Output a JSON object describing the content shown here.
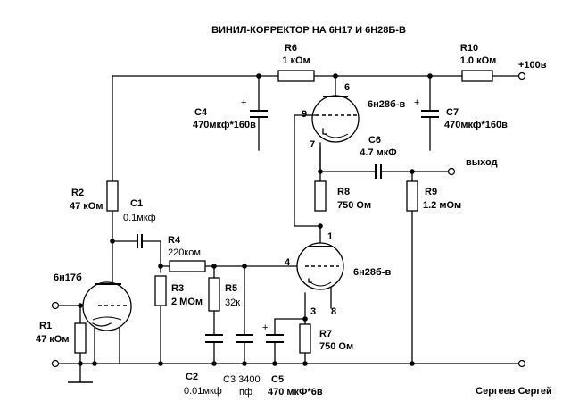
{
  "title": "ВИНИЛ-КОРРЕКТОР НА 6Н17 И 6Н28Б-В",
  "author": "Сергеев Сергей",
  "components": {
    "R1": {
      "ref": "R1",
      "value": "47 кОм"
    },
    "R2": {
      "ref": "R2",
      "value": "47 кОм"
    },
    "R3": {
      "ref": "R3",
      "value": "2 МОм"
    },
    "R4": {
      "ref": "R4",
      "value": "220ком"
    },
    "R5": {
      "ref": "R5",
      "value": "32к"
    },
    "R6": {
      "ref": "R6",
      "value": "1 кОм"
    },
    "R7": {
      "ref": "R7",
      "value": "750 Ом"
    },
    "R8": {
      "ref": "R8",
      "value": "750 Ом"
    },
    "R9": {
      "ref": "R9",
      "value": "1.2 мОм"
    },
    "R10": {
      "ref": "R10",
      "value": "1.0 кОм"
    },
    "C1": {
      "ref": "C1",
      "value": "0.1мкф"
    },
    "C2": {
      "ref": "C2",
      "value": "0.01мкф"
    },
    "C3": {
      "ref": "C3 3400",
      "value": "пф"
    },
    "C4": {
      "ref": "C4",
      "value": "470мкф*160в"
    },
    "C5": {
      "ref": "C5",
      "value": "470 мкФ*6в"
    },
    "C6": {
      "ref": "C6",
      "value": "4.7 мкФ"
    },
    "C7": {
      "ref": "C7",
      "value": "470мкф*160в"
    }
  },
  "tubes": {
    "V1": {
      "type": "6н17б"
    },
    "V2": {
      "type": "6н28б-в",
      "pins": {
        "grid": "4",
        "anode": "1",
        "cathode": "3",
        "heater": "8"
      }
    },
    "V3": {
      "type": "6н28б-в",
      "pins": {
        "grid": "9",
        "anode": "6",
        "cathode": "7"
      }
    }
  },
  "terminals": {
    "supply": "+100в",
    "output": "выход"
  },
  "polarity_mark": "+"
}
